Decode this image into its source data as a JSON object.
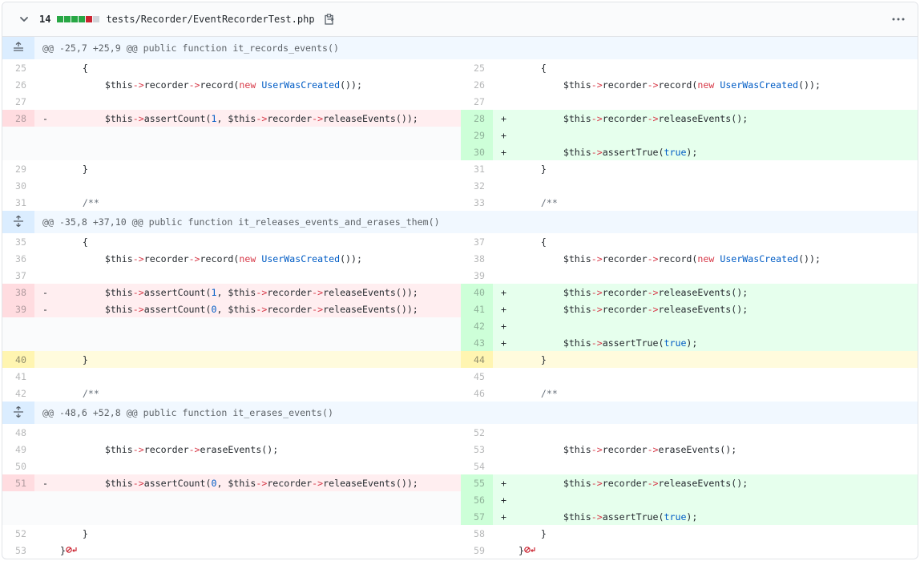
{
  "file": {
    "changes_count": "14",
    "diffstat": [
      "#28a745",
      "#28a745",
      "#28a745",
      "#28a745",
      "#cb2431",
      "#d1d5da"
    ],
    "path": "tests/Recorder/EventRecorderTest.php",
    "icons": {
      "collapse": "chevron-down-icon",
      "copy": "clipboard-icon",
      "menu": "kebab-horizontal-icon",
      "expand_up": "unfold-up-icon",
      "expand": "unfold-icon",
      "no_newline": "no-entry-icon"
    }
  },
  "colors": {
    "deleted": "#ffeef0",
    "added": "#e6ffed",
    "hunk": "#f1f8ff",
    "selected": "#fffbdd"
  },
  "hunks": [
    {
      "header": "@@ -25,7 +25,9 @@ public function it_records_events()",
      "rows": [
        {
          "t": "ctx",
          "l": "25",
          "r": "25",
          "c": [
            [
              "    {",
              ""
            ]
          ]
        },
        {
          "t": "ctx",
          "l": "26",
          "r": "26",
          "c": [
            [
              "        $this",
              ""
            ],
            [
              "->",
              "op"
            ],
            [
              "recorder",
              ""
            ],
            [
              "->",
              "op"
            ],
            [
              "record(",
              ""
            ],
            [
              "new",
              "kw"
            ],
            [
              " ",
              ""
            ],
            [
              "UserWasCreated",
              "cls"
            ],
            [
              "());",
              ""
            ]
          ]
        },
        {
          "t": "ctx",
          "l": "27",
          "r": "27",
          "c": []
        },
        {
          "t": "chg",
          "l": "28",
          "r": "28",
          "lm": "-",
          "rm": "+",
          "lc": [
            [
              "        $this",
              ""
            ],
            [
              "->",
              "op"
            ],
            [
              "assertCount(",
              ""
            ],
            [
              "1",
              "num"
            ],
            [
              ", $this",
              ""
            ],
            [
              "->",
              "op"
            ],
            [
              "recorder",
              ""
            ],
            [
              "->",
              "op"
            ],
            [
              "releaseEvents());",
              ""
            ]
          ],
          "rc": [
            [
              "        $this",
              ""
            ],
            [
              "->",
              "op"
            ],
            [
              "recorder",
              ""
            ],
            [
              "->",
              "op"
            ],
            [
              "releaseEvents();",
              ""
            ]
          ]
        },
        {
          "t": "add",
          "r": "29",
          "rm": "+",
          "rc": []
        },
        {
          "t": "add",
          "r": "30",
          "rm": "+",
          "rc": [
            [
              "        $this",
              ""
            ],
            [
              "->",
              "op"
            ],
            [
              "assertTrue(",
              ""
            ],
            [
              "true",
              "num"
            ],
            [
              ");",
              ""
            ]
          ]
        },
        {
          "t": "ctx",
          "l": "29",
          "r": "31",
          "c": [
            [
              "    }",
              ""
            ]
          ]
        },
        {
          "t": "ctx",
          "l": "30",
          "r": "32",
          "c": []
        },
        {
          "t": "ctx",
          "l": "31",
          "r": "33",
          "c": [
            [
              "    /**",
              "cm"
            ]
          ]
        }
      ]
    },
    {
      "header": "@@ -35,8 +37,10 @@ public function it_releases_events_and_erases_them()",
      "rows": [
        {
          "t": "ctx",
          "l": "35",
          "r": "37",
          "c": [
            [
              "    {",
              ""
            ]
          ]
        },
        {
          "t": "ctx",
          "l": "36",
          "r": "38",
          "c": [
            [
              "        $this",
              ""
            ],
            [
              "->",
              "op"
            ],
            [
              "recorder",
              ""
            ],
            [
              "->",
              "op"
            ],
            [
              "record(",
              ""
            ],
            [
              "new",
              "kw"
            ],
            [
              " ",
              ""
            ],
            [
              "UserWasCreated",
              "cls"
            ],
            [
              "());",
              ""
            ]
          ]
        },
        {
          "t": "ctx",
          "l": "37",
          "r": "39",
          "c": []
        },
        {
          "t": "chg",
          "l": "38",
          "r": "40",
          "lm": "-",
          "rm": "+",
          "lc": [
            [
              "        $this",
              ""
            ],
            [
              "->",
              "op"
            ],
            [
              "assertCount(",
              ""
            ],
            [
              "1",
              "num"
            ],
            [
              ", $this",
              ""
            ],
            [
              "->",
              "op"
            ],
            [
              "recorder",
              ""
            ],
            [
              "->",
              "op"
            ],
            [
              "releaseEvents());",
              ""
            ]
          ],
          "rc": [
            [
              "        $this",
              ""
            ],
            [
              "->",
              "op"
            ],
            [
              "recorder",
              ""
            ],
            [
              "->",
              "op"
            ],
            [
              "releaseEvents();",
              ""
            ]
          ]
        },
        {
          "t": "chg",
          "l": "39",
          "r": "41",
          "lm": "-",
          "rm": "+",
          "lc": [
            [
              "        $this",
              ""
            ],
            [
              "->",
              "op"
            ],
            [
              "assertCount(",
              ""
            ],
            [
              "0",
              "num"
            ],
            [
              ", $this",
              ""
            ],
            [
              "->",
              "op"
            ],
            [
              "recorder",
              ""
            ],
            [
              "->",
              "op"
            ],
            [
              "releaseEvents());",
              ""
            ]
          ],
          "rc": [
            [
              "        $this",
              ""
            ],
            [
              "->",
              "op"
            ],
            [
              "recorder",
              ""
            ],
            [
              "->",
              "op"
            ],
            [
              "releaseEvents();",
              ""
            ]
          ]
        },
        {
          "t": "add",
          "r": "42",
          "rm": "+",
          "rc": []
        },
        {
          "t": "add",
          "r": "43",
          "rm": "+",
          "rc": [
            [
              "        $this",
              ""
            ],
            [
              "->",
              "op"
            ],
            [
              "assertTrue(",
              ""
            ],
            [
              "true",
              "num"
            ],
            [
              ");",
              ""
            ]
          ]
        },
        {
          "t": "sel",
          "l": "40",
          "r": "44",
          "c": [
            [
              "    }",
              ""
            ]
          ]
        },
        {
          "t": "ctx",
          "l": "41",
          "r": "45",
          "c": []
        },
        {
          "t": "ctx",
          "l": "42",
          "r": "46",
          "c": [
            [
              "    /**",
              "cm"
            ]
          ]
        }
      ]
    },
    {
      "header": "@@ -48,6 +52,8 @@ public function it_erases_events()",
      "rows": [
        {
          "t": "ctx",
          "l": "48",
          "r": "52",
          "c": []
        },
        {
          "t": "ctx",
          "l": "49",
          "r": "53",
          "c": [
            [
              "        $this",
              ""
            ],
            [
              "->",
              "op"
            ],
            [
              "recorder",
              ""
            ],
            [
              "->",
              "op"
            ],
            [
              "eraseEvents();",
              ""
            ]
          ]
        },
        {
          "t": "ctx",
          "l": "50",
          "r": "54",
          "c": []
        },
        {
          "t": "chg",
          "l": "51",
          "r": "55",
          "lm": "-",
          "rm": "+",
          "lc": [
            [
              "        $this",
              ""
            ],
            [
              "->",
              "op"
            ],
            [
              "assertCount(",
              ""
            ],
            [
              "0",
              "num"
            ],
            [
              ", $this",
              ""
            ],
            [
              "->",
              "op"
            ],
            [
              "recorder",
              ""
            ],
            [
              "->",
              "op"
            ],
            [
              "releaseEvents());",
              ""
            ]
          ],
          "rc": [
            [
              "        $this",
              ""
            ],
            [
              "->",
              "op"
            ],
            [
              "recorder",
              ""
            ],
            [
              "->",
              "op"
            ],
            [
              "releaseEvents();",
              ""
            ]
          ]
        },
        {
          "t": "add",
          "r": "56",
          "rm": "+",
          "rc": []
        },
        {
          "t": "add",
          "r": "57",
          "rm": "+",
          "rc": [
            [
              "        $this",
              ""
            ],
            [
              "->",
              "op"
            ],
            [
              "assertTrue(",
              ""
            ],
            [
              "true",
              "num"
            ],
            [
              ");",
              ""
            ]
          ]
        },
        {
          "t": "ctx",
          "l": "52",
          "r": "58",
          "c": [
            [
              "    }",
              ""
            ]
          ]
        },
        {
          "t": "eof",
          "l": "53",
          "r": "59",
          "c": [
            [
              "}",
              ""
            ]
          ]
        }
      ]
    }
  ]
}
